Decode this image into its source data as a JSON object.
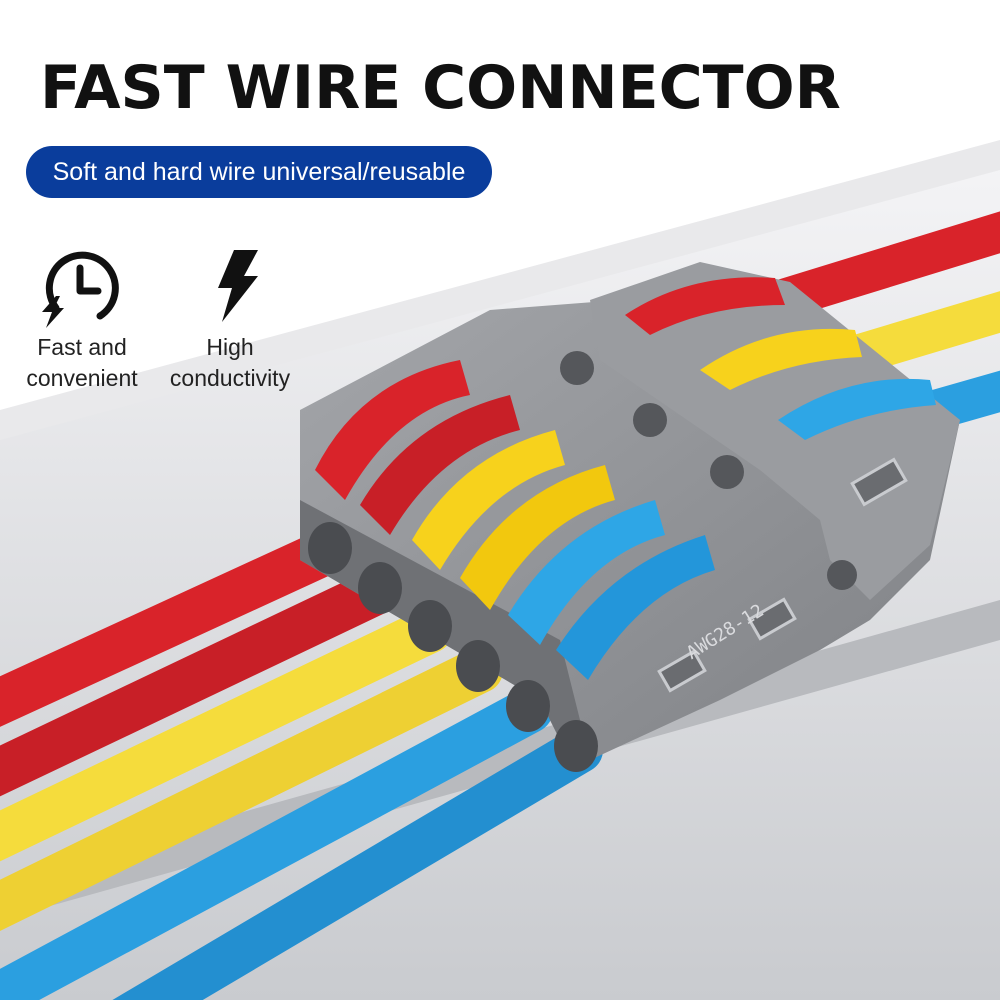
{
  "header": {
    "title": "FAST WIRE CONNECTOR",
    "subtitle": "Soft and hard wire universal/reusable"
  },
  "features": [
    {
      "icon": "clock-lightning-icon",
      "line1": "Fast and",
      "line2": "convenient"
    },
    {
      "icon": "lightning-bolt-icon",
      "line1": "High",
      "line2": "conductivity"
    }
  ],
  "product": {
    "marking": "AWG28-12",
    "lever_colors": [
      "red",
      "red",
      "yellow",
      "yellow",
      "blue",
      "blue"
    ],
    "wire_colors": {
      "red": "#d9232a",
      "yellow": "#f5dc3c",
      "blue": "#2b9fe0"
    },
    "housing_color": "#8d8f93"
  },
  "colors": {
    "accent": "#0a3d9c",
    "text": "#111111"
  }
}
